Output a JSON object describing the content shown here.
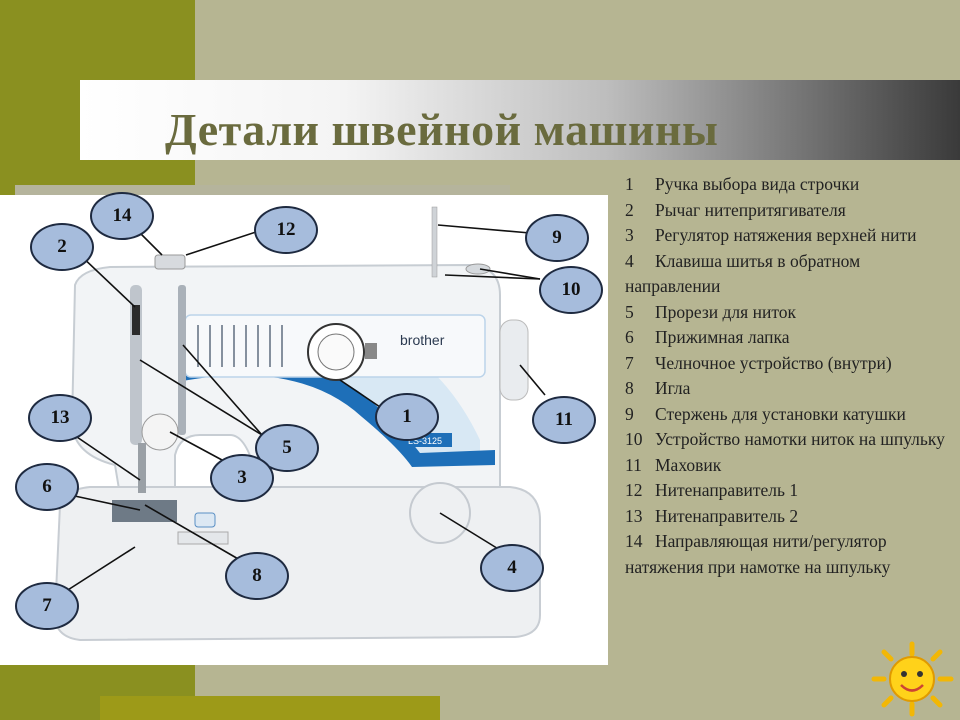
{
  "title": "Детали швейной машины",
  "brand": "brother",
  "model": "LS-3125",
  "legend": [
    {
      "n": "1",
      "text": "Ручка выбора вида строчки"
    },
    {
      "n": "2",
      "text": "Рычаг нитепритягивателя"
    },
    {
      "n": "3",
      "text": "Регулятор натяжения верхней нити"
    },
    {
      "n": "4",
      "text": "Клавиша шитья в обратном направлении"
    },
    {
      "n": "5",
      "text": "Прорези для ниток"
    },
    {
      "n": "6",
      "text": "Прижимная лапка"
    },
    {
      "n": "7",
      "text": "Челночное устройство (внутри)"
    },
    {
      "n": "8",
      "text": "Игла"
    },
    {
      "n": "9",
      "text": "Стержень для установки катушки"
    },
    {
      "n": "10",
      "text": "Устройство намотки ниток на шпульку"
    },
    {
      "n": "11",
      "text": "Маховик"
    },
    {
      "n": "12",
      "text": "Нитенаправитель 1"
    },
    {
      "n": "13",
      "text": "Нитенаправитель 2"
    },
    {
      "n": "14",
      "text": "Направляющая нити/регулятор натяжения при намотке на шпульку"
    }
  ],
  "callouts": [
    "14",
    "12",
    "2",
    "9",
    "10",
    "1",
    "11",
    "13",
    "5",
    "3",
    "6",
    "4",
    "8",
    "7"
  ],
  "colors": {
    "accent": "#1e6fb8",
    "callout_fill": "#a6bcdc",
    "olive": "#8a9020"
  }
}
